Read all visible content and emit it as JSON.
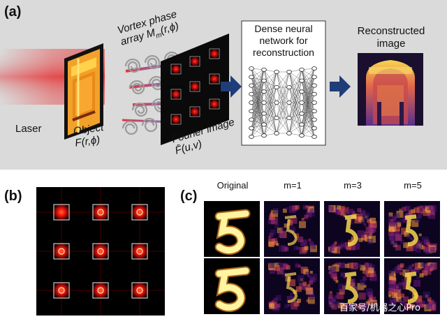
{
  "panel_a": {
    "label": "(a)",
    "laser": "Laser",
    "object_line1": "Object",
    "object_line2": "F(r,ϕ)",
    "vortex_line1": "Vortex phase",
    "vortex_line2": "array M",
    "vortex_sub": "m",
    "vortex_line2_tail": "(r,ϕ)",
    "fourier_line1": "Fourier image",
    "fourier_line2": "F̄(u,v)",
    "dnn_line1": "Dense neural",
    "dnn_line2": "network for",
    "dnn_line3": "reconstruction",
    "recon_line1": "Reconstructed",
    "recon_line2": "image",
    "arrow_color": "#1f3d78",
    "laser_color": "#e0262b"
  },
  "panel_b": {
    "label": "(b)"
  },
  "panel_c": {
    "label": "(c)",
    "columns": [
      "Original",
      "m=1",
      "m=3",
      "m=5"
    ]
  },
  "watermark": "百家号/机器之心Pro"
}
